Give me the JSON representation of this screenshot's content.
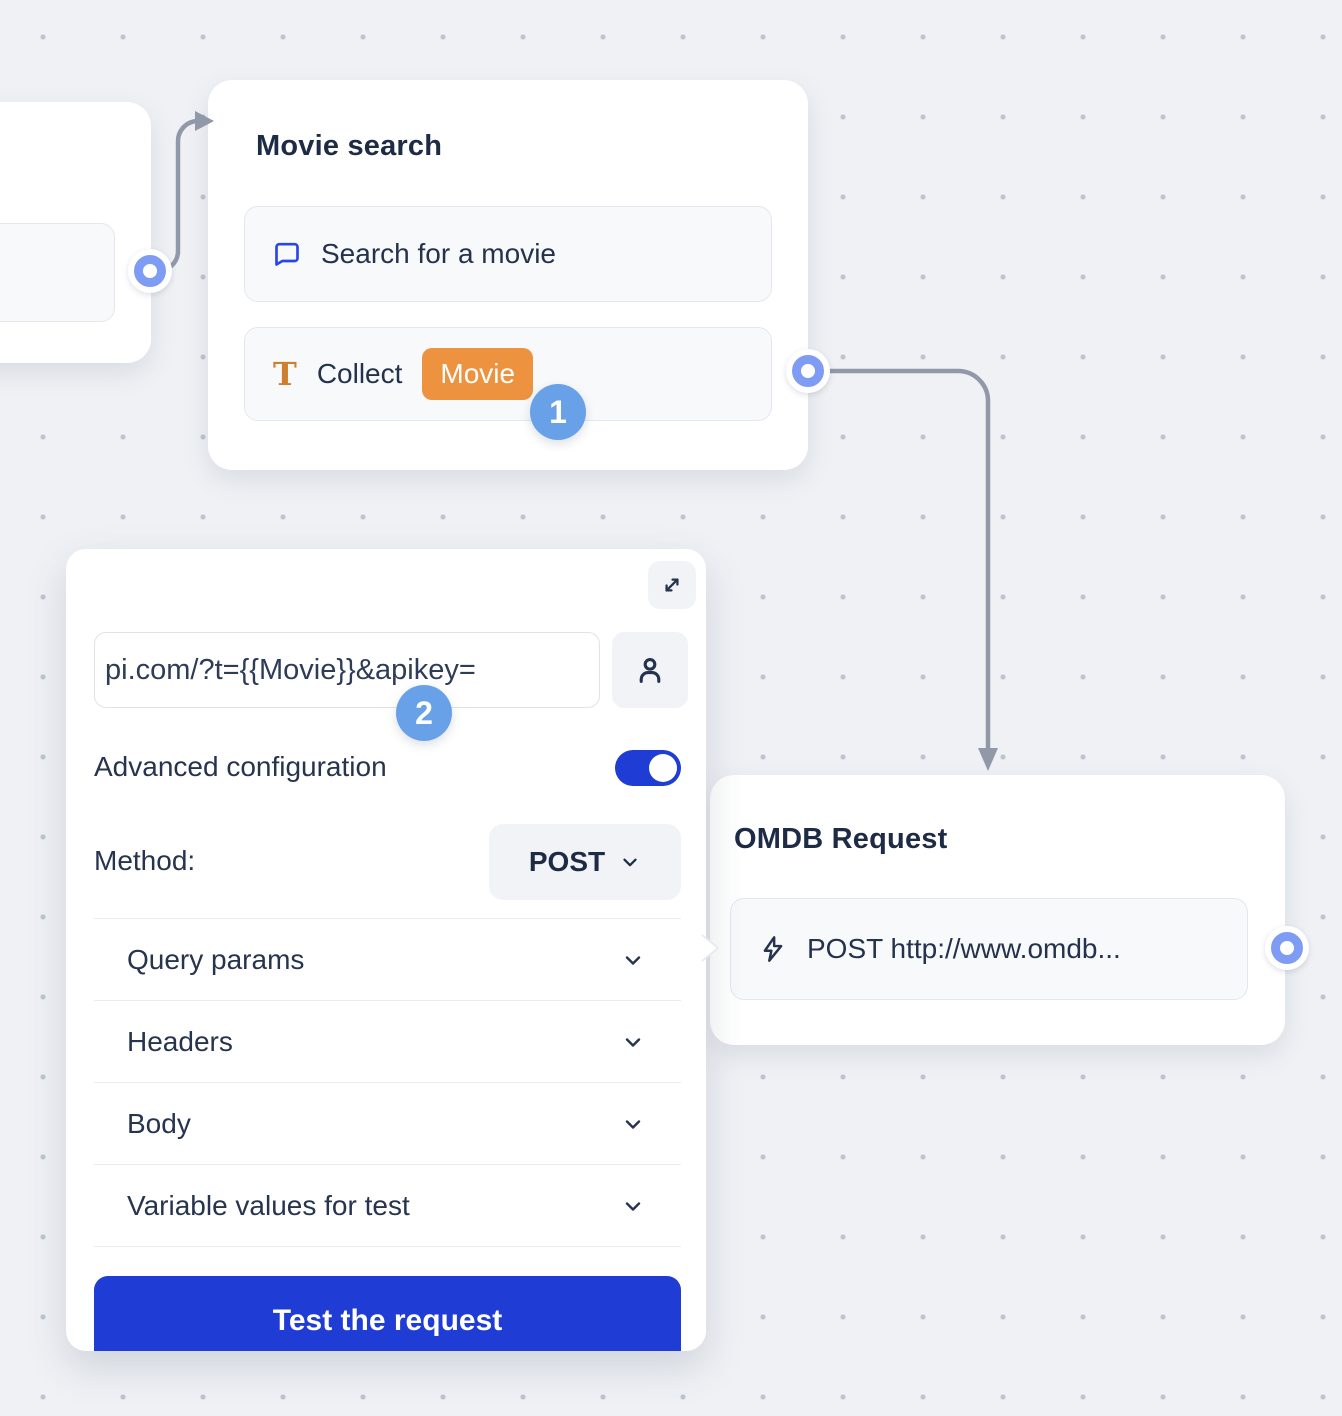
{
  "canvas": {
    "background_color": "#eff1f5",
    "dot_color": "#bdc4d2",
    "connector_color": "#9199a8"
  },
  "colors": {
    "accent_blue": "#1f3cd4",
    "port_blue": "#7e9cf4",
    "step_badge_blue": "#68a1e8",
    "variable_orange": "#ed9340",
    "text_dark": "#1d2b45"
  },
  "nodes": {
    "movie_search": {
      "title": "Movie search",
      "items": [
        {
          "icon": "chat-bubble-icon",
          "label": "Search for a movie"
        },
        {
          "icon": "text-input-icon",
          "label": "Collect",
          "variable_badge": "Movie"
        }
      ]
    },
    "omdb_request": {
      "title": "OMDB Request",
      "items": [
        {
          "icon": "lightning-icon",
          "label": "POST http://www.omdb..."
        }
      ]
    }
  },
  "panel": {
    "expand_icon": "expand-icon",
    "url_input": {
      "value": "pi.com/?t={{Movie}}&apikey=",
      "truncated": true
    },
    "person_button_icon": "person-icon",
    "advanced_configuration": {
      "label": "Advanced configuration",
      "enabled": true
    },
    "method": {
      "label": "Method:",
      "value": "POST"
    },
    "sections": [
      "Query params",
      "Headers",
      "Body",
      "Variable values for test"
    ],
    "test_button": "Test the request"
  },
  "annotations": {
    "step1": "1",
    "step2": "2"
  }
}
